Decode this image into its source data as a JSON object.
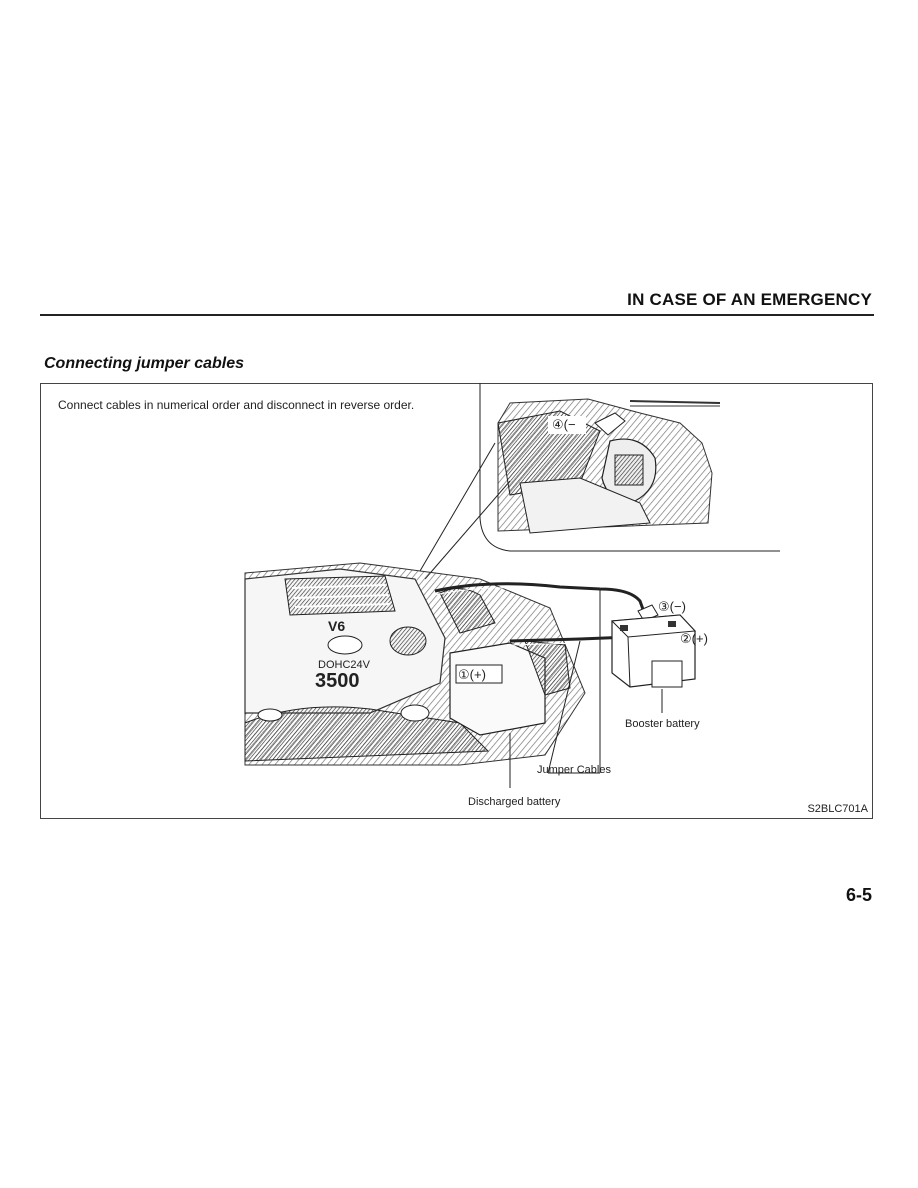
{
  "header": {
    "title": "IN CASE OF AN EMERGENCY"
  },
  "section": {
    "title": "Connecting jumper cables"
  },
  "figure": {
    "instruction": "Connect cables in numerical order and disconnect in reverse order.",
    "callouts": {
      "c1": "①(+)",
      "c2": "②(+)",
      "c3": "③(−)",
      "c4": "④(−"
    },
    "engine": {
      "line1": "DOHC24V",
      "line2": "3500",
      "badge": "V6"
    },
    "labels": {
      "booster": "Booster battery",
      "cables": "Jumper Cables",
      "discharged": "Discharged battery"
    },
    "code": "S2BLC701A"
  },
  "page": {
    "number": "6-5"
  }
}
